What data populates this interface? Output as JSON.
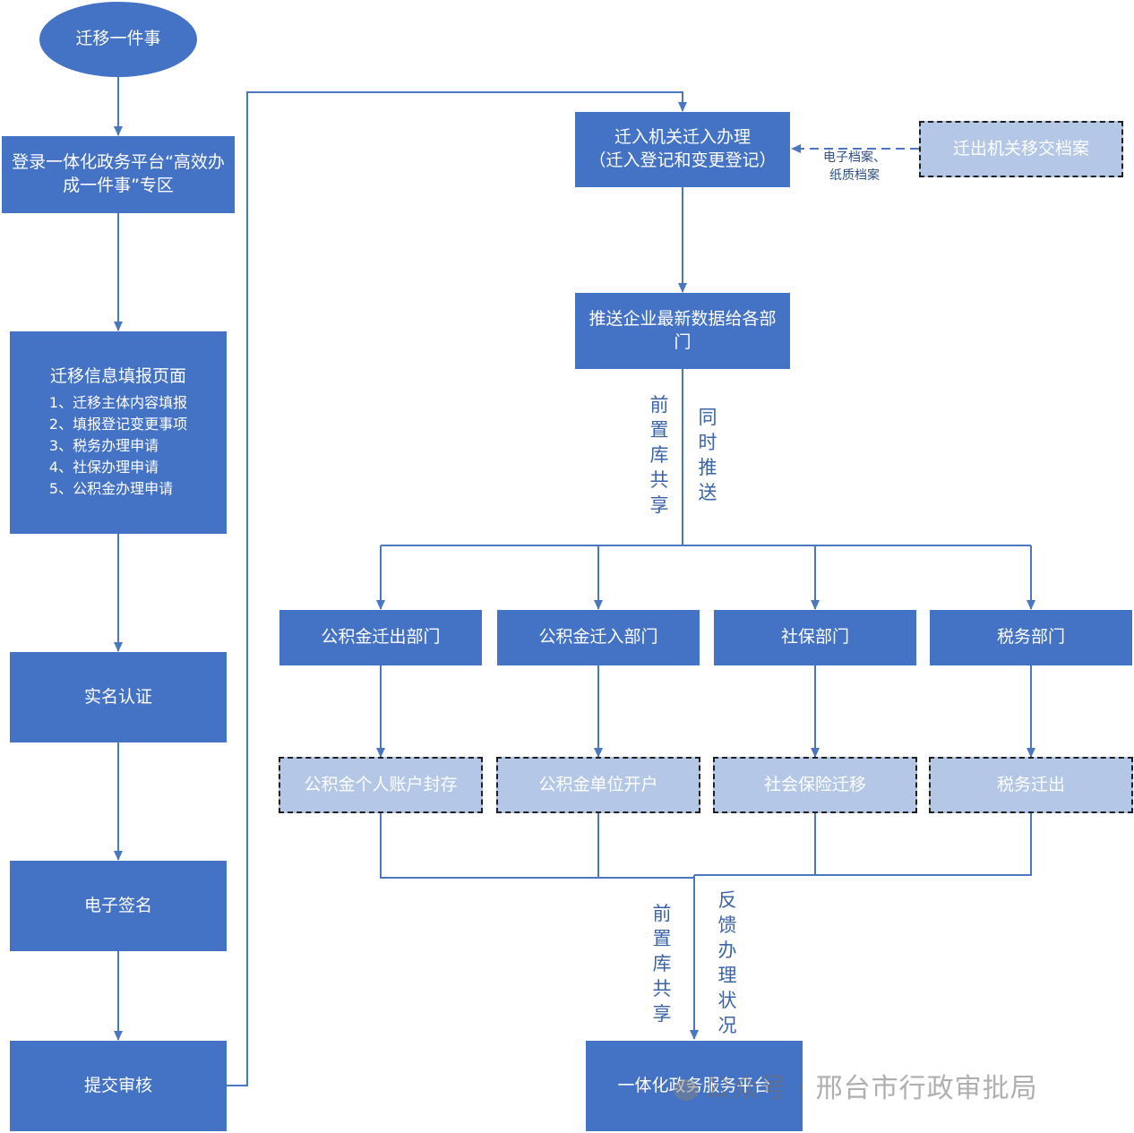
{
  "start": "迁移一件事",
  "left_steps": {
    "login": "登录一体化政务平台“高效办成一件事”专区",
    "form_title": "迁移信息填报页面",
    "form_items": [
      "1、迁移主体内容填报",
      "2、填报登记变更事项",
      "3、税务办理申请",
      "4、社保办理申请",
      "5、公积金办理申请"
    ],
    "realname": "实名认证",
    "esign": "电子签名",
    "submit": "提交审核"
  },
  "right_top": {
    "move_in": "迁入机关迁入办理\n（迁入登记和变更登记）",
    "move_out": "迁出机关移交档案",
    "archive_label": "电子档案、\n纸质档案",
    "push": "推送企业最新数据给各部门",
    "label_prelib": "前置库共享",
    "label_sync": "同时推送"
  },
  "departments": [
    {
      "dept": "公积金迁出部门",
      "action": "公积金个人账户封存"
    },
    {
      "dept": "公积金迁入部门",
      "action": "公积金单位开户"
    },
    {
      "dept": "社保部门",
      "action": "社会保险迁移"
    },
    {
      "dept": "税务部门",
      "action": "税务迁出"
    }
  ],
  "bottom": {
    "label_prelib": "前置库共享",
    "label_feedback": "反馈办理状况",
    "platform": "一体化政务服务平台"
  },
  "watermark": "公众号 · 邢台市行政审批局",
  "colors": {
    "primary": "#4472c4",
    "light": "#b4c7e7",
    "line": "#4a78c0",
    "label": "#3a63a8"
  }
}
